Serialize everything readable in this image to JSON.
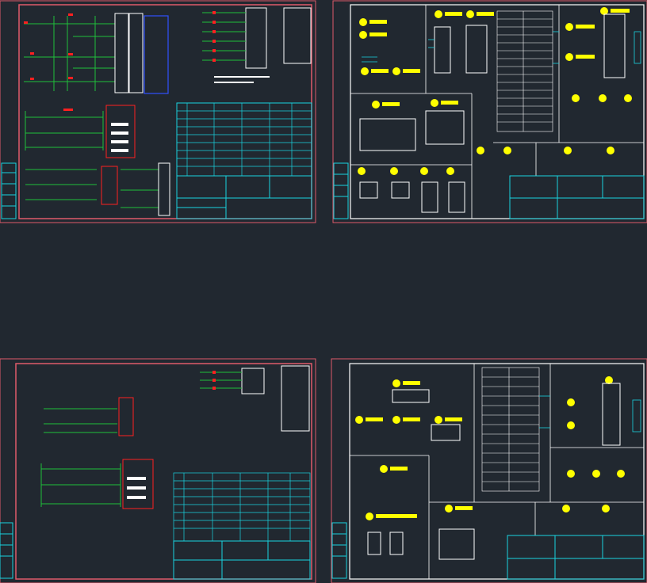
{
  "colors": {
    "background": "#212830",
    "frame": "#e05a6a",
    "wire": "#1fbf3a",
    "component": "#ffffff",
    "accent": "#ffff00",
    "cyan": "#19d3e0",
    "red": "#ff2020"
  },
  "sheets": [
    {
      "name": "sheet-top-left",
      "title_block": {
        "drawing_name": "",
        "drawing_number": "",
        "project": "",
        "company": ""
      }
    },
    {
      "name": "sheet-top-right",
      "title_block": {
        "drawing_name": "",
        "drawing_number": "",
        "project": "",
        "company": ""
      }
    },
    {
      "name": "sheet-bottom-left",
      "title_block": {
        "drawing_name": "",
        "drawing_number": "",
        "project": "",
        "company": ""
      }
    },
    {
      "name": "sheet-bottom-right",
      "title_block": {
        "drawing_name": "",
        "drawing_number": "",
        "project": "",
        "company": ""
      }
    }
  ]
}
